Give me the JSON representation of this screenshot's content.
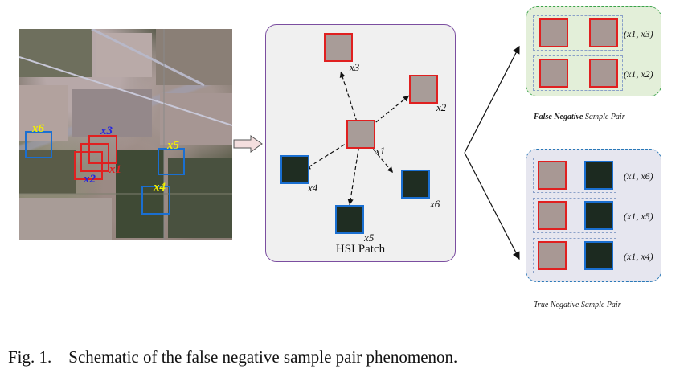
{
  "map_labels": {
    "x1": "x1",
    "x2": "x2",
    "x3": "x3",
    "x4": "x4",
    "x5": "x5",
    "x6": "x6"
  },
  "patch": {
    "title": "HSI Patch",
    "labels": [
      "x1",
      "x2",
      "x3",
      "x4",
      "x5",
      "x6"
    ]
  },
  "false_negative": {
    "caption_bold": "False Negative",
    "caption_rest": " Sample Pair",
    "pairs": [
      "(x1, x3)",
      "(x1, x2)"
    ]
  },
  "true_negative": {
    "caption": "True Negative Sample Pair",
    "pairs": [
      "(x1, x6)",
      "(x1, x5)",
      "(x1, x4)"
    ]
  },
  "figure_caption": "Fig. 1.    Schematic of the false negative sample pair phenomenon.",
  "colors": {
    "red_box": "#e02020",
    "blue_box": "#1a6fd1",
    "green_panel_border": "#3aa24a",
    "blue_panel_border": "#2a79b8",
    "patch_panel_border": "#7b4ea0"
  }
}
